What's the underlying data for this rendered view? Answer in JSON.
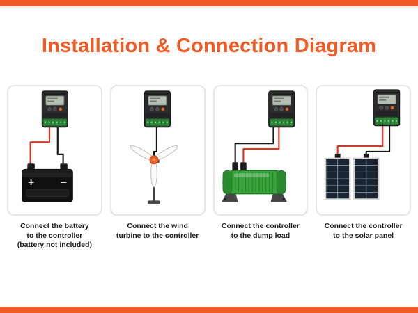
{
  "title": "Installation & Connection Diagram",
  "colors": {
    "accent": "#F15A24",
    "caption_text": "#1D1D1B",
    "card_border": "#E6E6E6",
    "wire_red": "#E8301C",
    "wire_black": "#151515",
    "dump_load_green": "#3AA43C",
    "solar_panel": "#1A2533",
    "device_body": "#2B2B2D"
  },
  "panels": [
    {
      "id": "battery",
      "icon": "controller-and-battery-diagram",
      "caption": "Connect the battery\nto the controller\n(battery not included)"
    },
    {
      "id": "wind-turbine",
      "icon": "controller-and-wind-turbine-diagram",
      "caption": "Connect the wind\nturbine to the controller"
    },
    {
      "id": "dump-load",
      "icon": "controller-and-dump-load-diagram",
      "caption": "Connect the controller\nto the dump load"
    },
    {
      "id": "solar-panel",
      "icon": "controller-and-solar-panel-diagram",
      "caption": "Connect the controller\nto the solar panel"
    }
  ]
}
